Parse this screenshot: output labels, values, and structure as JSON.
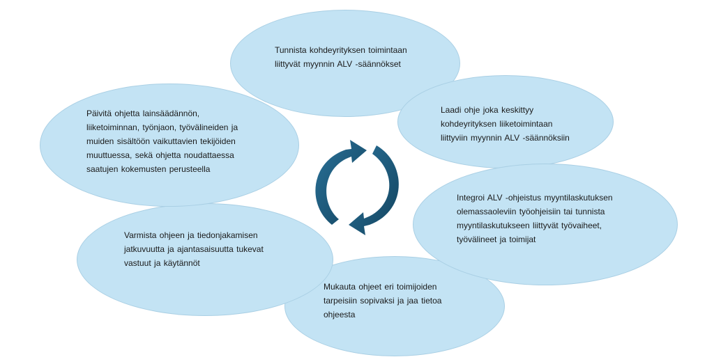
{
  "colors": {
    "ellipse_fill": "#c3e3f4",
    "ellipse_border": "#a9cfe4",
    "arrow": "#1d5a7a"
  },
  "icons": [
    "cycle-arrows-icon"
  ],
  "steps": [
    {
      "text": "Tunnista kohdeyrityksen  toimintaan\nliittyvät myynnin ALV -säännökset"
    },
    {
      "text": "Laadi ohje joka keskittyy\nkohdeyrityksen liiketoimintaan\nliittyviin myynnin ALV -säännöksiin"
    },
    {
      "text": "Integroi ALV -ohjeistus myyntilaskutuksen\nolemassaoleviin työohjeisiin tai tunnista\nmyyntilaskutukseen  liittyvät työvaiheet,\ntyövälineet ja toimijat"
    },
    {
      "text": "Mukauta ohjeet eri toimijoiden\ntarpeisiin sopivaksi  ja jaa tietoa\nohjeesta"
    },
    {
      "text": "Varmista ohjeen ja tiedonjakamisen\njatkuvuutta ja ajantasaisuutta tukevat\nvastuut ja käytännöt"
    },
    {
      "text": "Päivitä ohjetta lainsäädännön,\nliiketoiminnan,  työnjaon, työvälineiden  ja\nmuiden sisältöön vaikuttavien tekijöiden\nmuuttuessa, sekä ohjetta noudattaessa\nsaatujen kokemusten perusteella"
    }
  ]
}
